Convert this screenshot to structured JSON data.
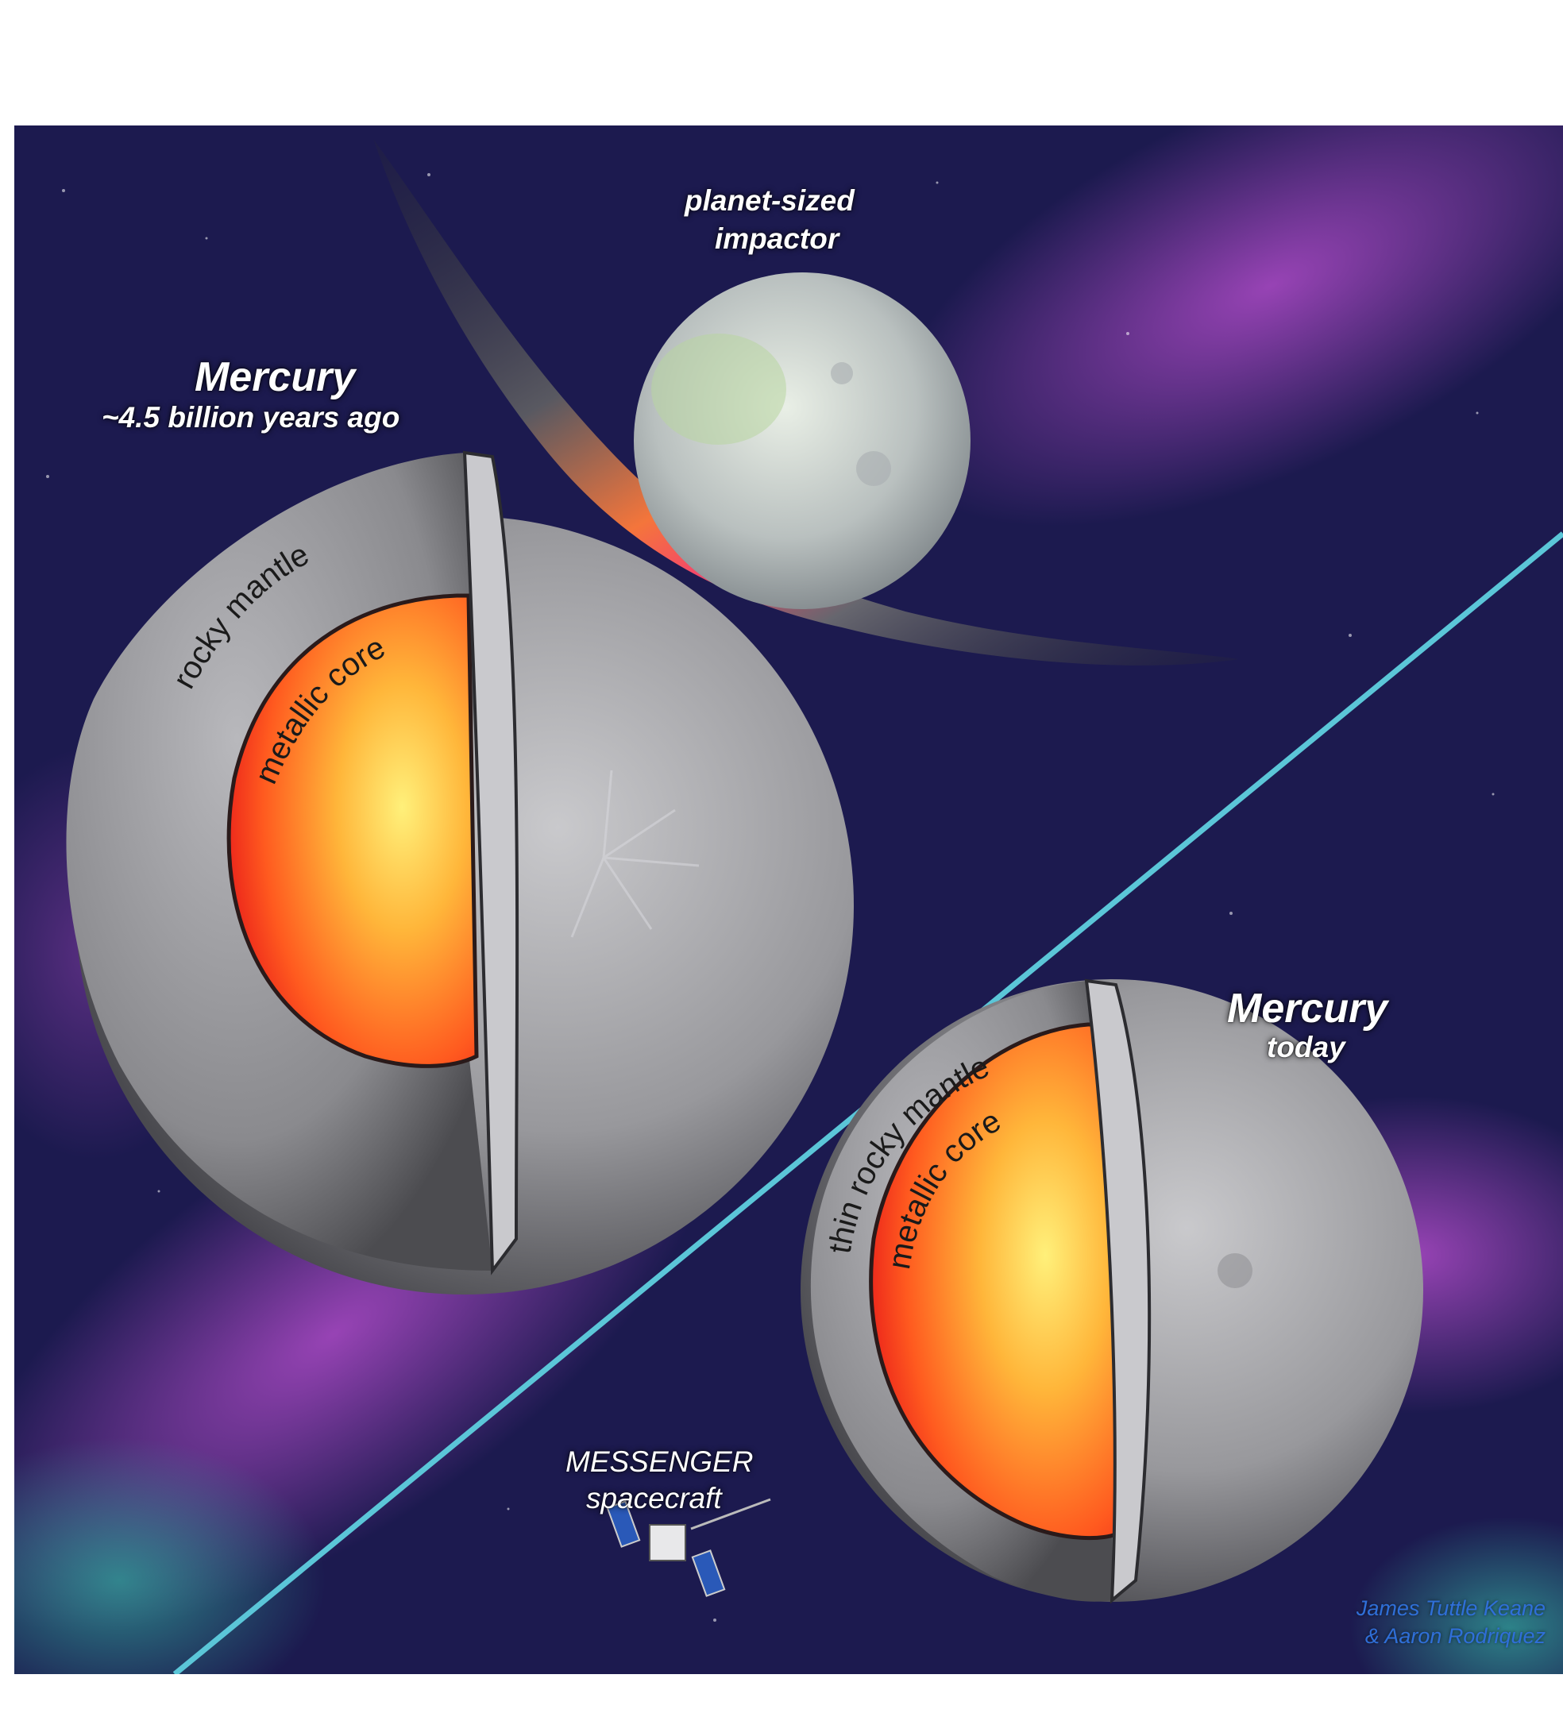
{
  "labels": {
    "impactor_line1": "planet-sized",
    "impactor_line2": "impactor",
    "past_title": "Mercury",
    "past_subtitle": "~4.5 billion years ago",
    "past_mantle": "rocky mantle",
    "past_core": "metallic core",
    "today_title": "Mercury",
    "today_subtitle": "today",
    "today_mantle": "thin rocky mantle",
    "today_core": "metallic core",
    "spacecraft_line1": "MESSENGER",
    "spacecraft_line2": "spacecraft"
  },
  "credit": {
    "line1": "James Tuttle Keane",
    "line2": "& Aaron Rodriquez"
  },
  "colors": {
    "space_dark": "#1c1a4f",
    "nebula_purple": "#8a3aa8",
    "nebula_teal": "#2e8f8a",
    "divider": "#5bc6d8",
    "rock_gray": "#8e8e92",
    "core_red": "#f02a1e",
    "core_yellow": "#ffd24a",
    "credit_blue": "#2f6fd8"
  }
}
